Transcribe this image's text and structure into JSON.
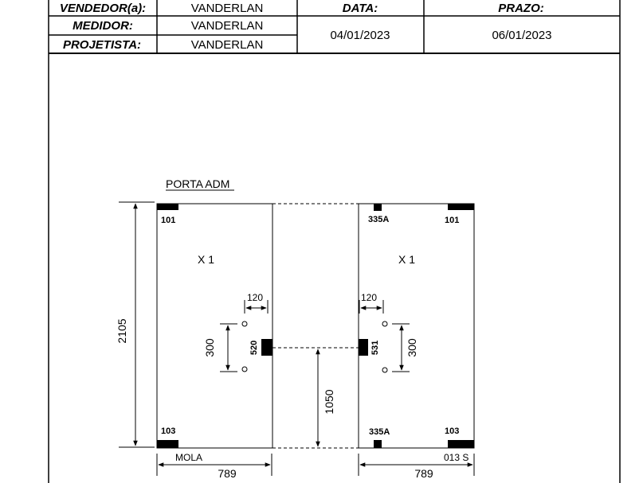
{
  "header": {
    "vendedor_label": "VENDEDOR(a):",
    "vendedor_value": "VANDERLAN",
    "medidor_label": "MEDIDOR:",
    "medidor_value": "VANDERLAN",
    "projetista_label": "PROJETISTA:",
    "projetista_value": "VANDERLAN",
    "data_label": "DATA:",
    "data_value": "04/01/2023",
    "prazo_label": "PRAZO:",
    "prazo_value": "06/01/2023"
  },
  "drawing": {
    "title": "PORTA ADM",
    "height_total": "2105",
    "handle_height": "1050",
    "left_panel": {
      "quantity": "X 1",
      "top_fitting": "101",
      "bottom_fitting": "103",
      "lock_code": "520",
      "hole_offset": "120",
      "hole_spacing": "300",
      "bottom_note": "MOLA",
      "width": "789"
    },
    "right_panel": {
      "quantity": "X 1",
      "top_fitting_left": "335A",
      "top_fitting_right": "101",
      "bottom_fitting_left": "335A",
      "bottom_fitting_right": "103",
      "lock_code": "531",
      "hole_offset": "120",
      "hole_spacing": "300",
      "bottom_note": "013 S",
      "width": "789"
    }
  }
}
